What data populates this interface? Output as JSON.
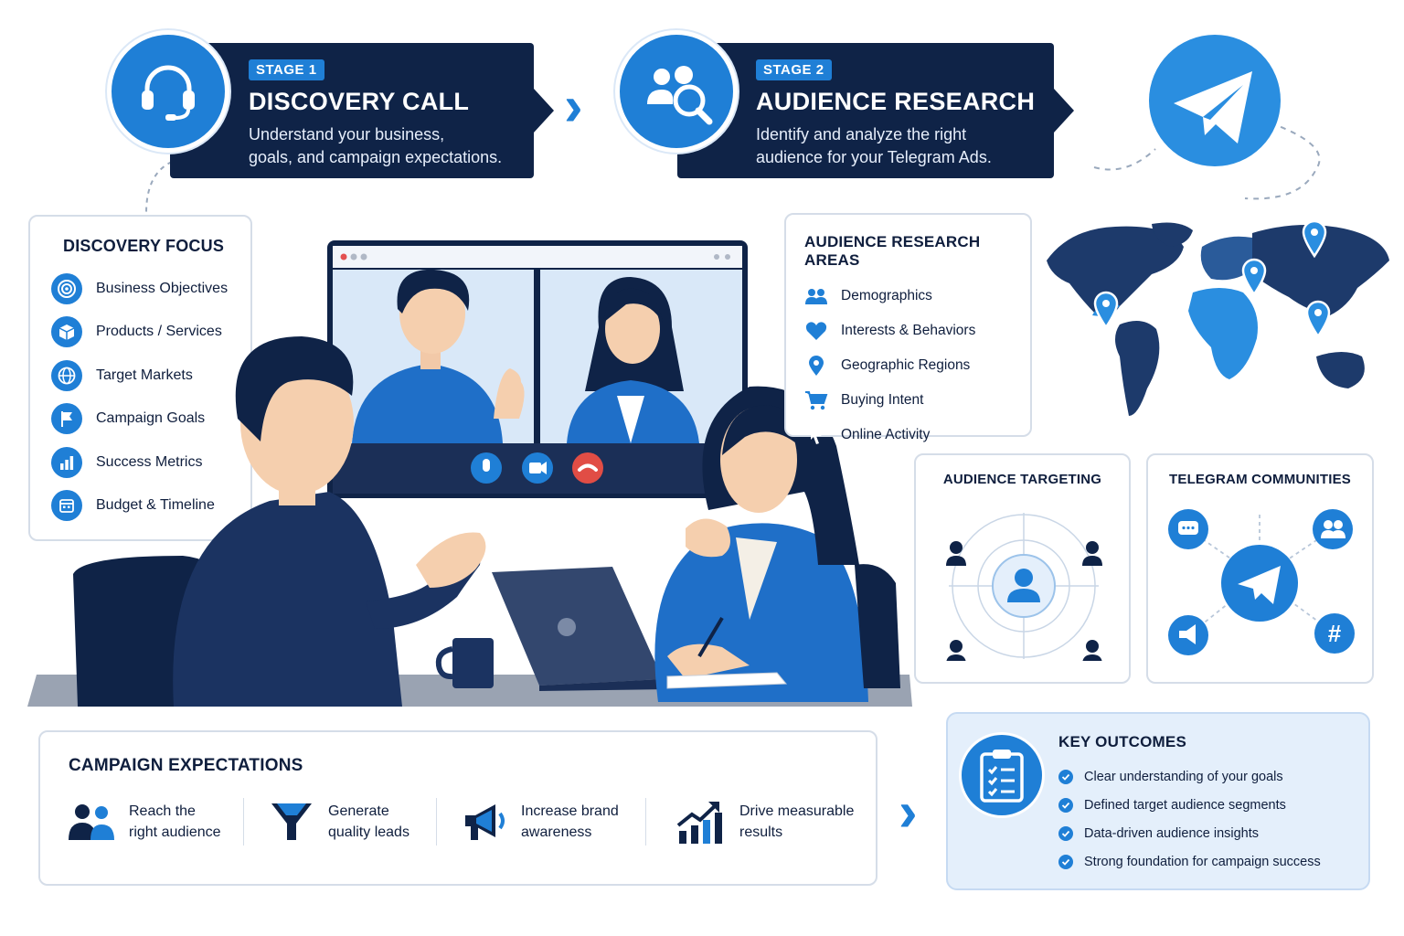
{
  "colors": {
    "brand_blue": "#1f7fd6",
    "navy": "#0f2347",
    "light_blue": "#e4effb"
  },
  "stage1": {
    "tag": "STAGE 1",
    "title": "DISCOVERY CALL",
    "desc_line1": "Understand your business,",
    "desc_line2": "goals, and campaign expectations.",
    "icon": "headset-icon"
  },
  "stage2": {
    "tag": "STAGE 2",
    "title": "AUDIENCE RESEARCH",
    "desc_line1": "Identify and analyze the right",
    "desc_line2": "audience for your Telegram Ads.",
    "icon": "users-search-icon"
  },
  "discovery_focus": {
    "title": "DISCOVERY FOCUS",
    "items": [
      {
        "label": "Business Objectives",
        "icon": "target-icon"
      },
      {
        "label": "Products / Services",
        "icon": "box-icon"
      },
      {
        "label": "Target Markets",
        "icon": "globe-icon"
      },
      {
        "label": "Campaign Goals",
        "icon": "flag-icon"
      },
      {
        "label": "Success Metrics",
        "icon": "bar-chart-icon"
      },
      {
        "label": "Budget & Timeline",
        "icon": "calendar-icon"
      }
    ]
  },
  "audience_areas": {
    "title": "AUDIENCE RESEARCH AREAS",
    "items": [
      {
        "label": "Demographics",
        "icon": "people-icon"
      },
      {
        "label": "Interests & Behaviors",
        "icon": "heart-icon"
      },
      {
        "label": "Geographic Regions",
        "icon": "location-pin-icon"
      },
      {
        "label": "Buying Intent",
        "icon": "cart-icon"
      },
      {
        "label": "Online Activity",
        "icon": "pointer-icon"
      }
    ]
  },
  "audience_targeting": {
    "title": "AUDIENCE TARGETING"
  },
  "telegram_communities": {
    "title": "TELEGRAM COMMUNITIES"
  },
  "campaign_expectations": {
    "title": "CAMPAIGN EXPECTATIONS",
    "items": [
      {
        "line1": "Reach the",
        "line2": "right audience",
        "icon": "people-icon"
      },
      {
        "line1": "Generate",
        "line2": "quality leads",
        "icon": "funnel-icon"
      },
      {
        "line1": "Increase brand",
        "line2": "awareness",
        "icon": "megaphone-icon"
      },
      {
        "line1": "Drive measurable",
        "line2": "results",
        "icon": "growth-chart-icon"
      }
    ]
  },
  "key_outcomes": {
    "title": "KEY OUTCOMES",
    "items": [
      "Clear understanding of your goals",
      "Defined target audience segments",
      "Data-driven audience insights",
      "Strong foundation for campaign success"
    ]
  }
}
